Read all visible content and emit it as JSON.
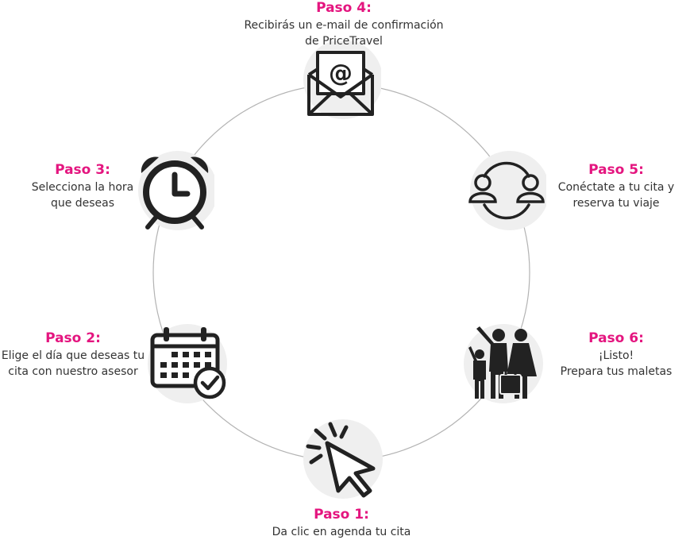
{
  "colors": {
    "accent": "#e4157f",
    "text": "#333333",
    "ring": "#b3b3b3",
    "icon_bg": "#efefef",
    "icon": "#222222"
  },
  "steps": [
    {
      "title": "Paso 1:",
      "lines": [
        "Da clic en agenda tu cita"
      ],
      "icon": "cursor-click-icon"
    },
    {
      "title": "Paso 2:",
      "lines": [
        "Elige el día que deseas tu",
        "cita con nuestro asesor"
      ],
      "icon": "calendar-check-icon"
    },
    {
      "title": "Paso 3:",
      "lines": [
        "Selecciona la hora",
        "que deseas"
      ],
      "icon": "alarm-clock-icon"
    },
    {
      "title": "Paso 4:",
      "lines": [
        "Recibirás un e-mail de confirmación",
        "de PriceTravel"
      ],
      "icon": "email-envelope-icon"
    },
    {
      "title": "Paso 5:",
      "lines": [
        "Conéctate a tu cita y",
        "reserva tu viaje"
      ],
      "icon": "people-connect-icon"
    },
    {
      "title": "Paso 6:",
      "lines": [
        "¡Listo!",
        "Prepara tus maletas"
      ],
      "icon": "family-luggage-icon"
    }
  ]
}
